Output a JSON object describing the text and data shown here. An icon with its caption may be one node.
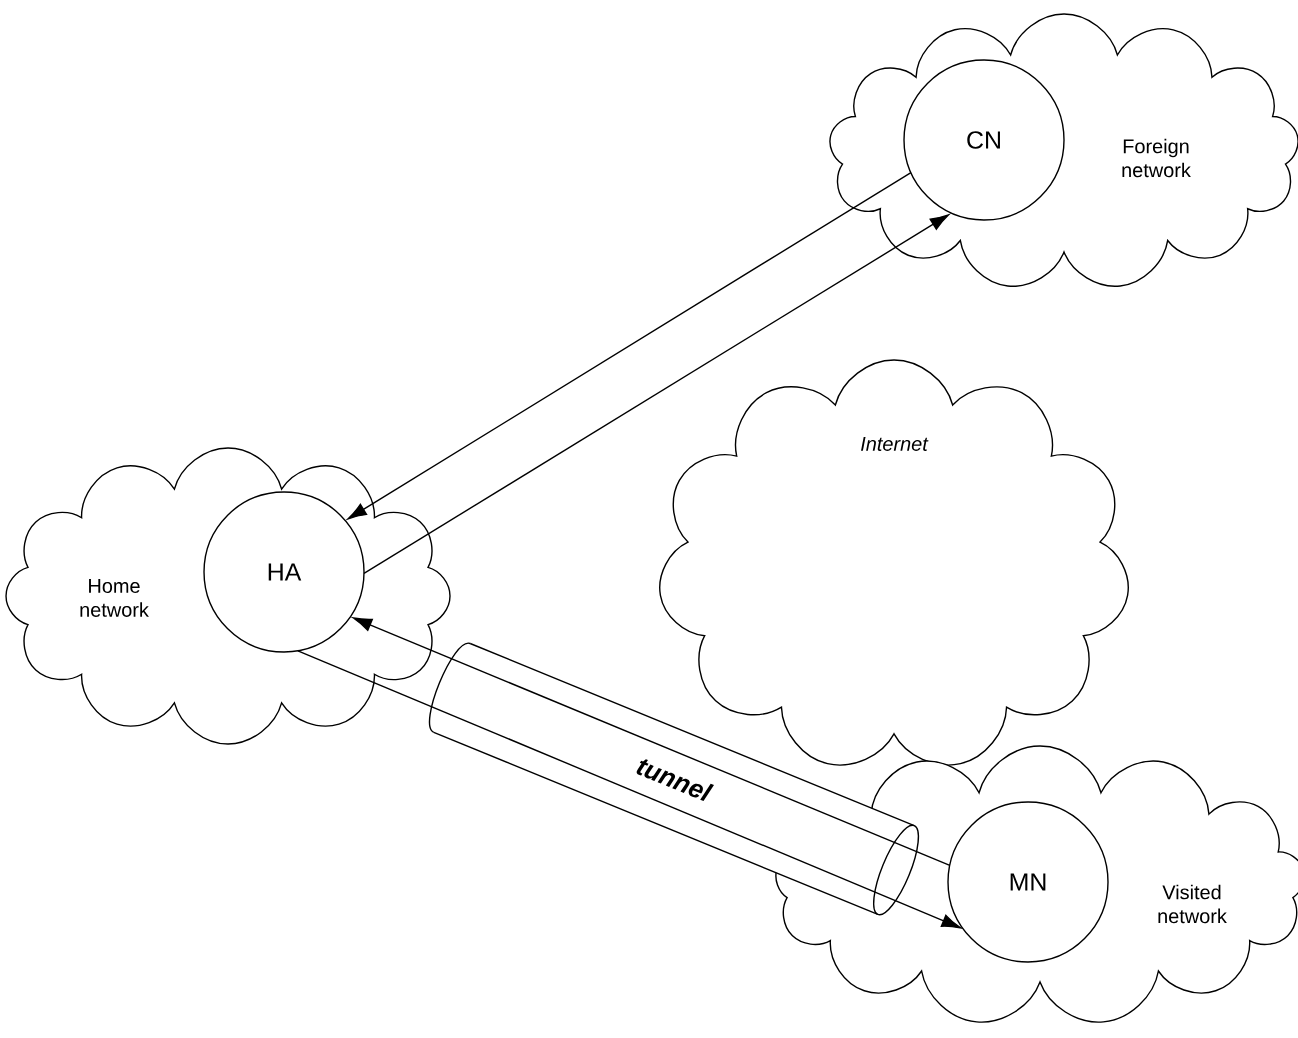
{
  "diagram": {
    "nodes": [
      {
        "text": [
          "Foreign network"
        ]
      },
      {
        "text": [
          "CN"
        ],
        "in": 0
      },
      {
        "text": [
          "Internet"
        ]
      },
      {
        "text": [
          "Home network"
        ]
      },
      {
        "text": [
          "HA"
        ],
        "in": 3
      },
      {
        "text": [
          "Visited network"
        ]
      },
      {
        "text": [
          "MN"
        ],
        "in": 5
      }
    ],
    "edges": [
      {
        "from": 1,
        "to": 4,
        "arrow": "to"
      },
      {
        "from": 4,
        "to": 1,
        "arrow": "to"
      },
      {
        "from": 6,
        "to": 4,
        "arrow": "to"
      },
      {
        "from": 4,
        "to": 6,
        "arrow": "to"
      }
    ],
    "labels": [
      "tunnel"
    ]
  }
}
